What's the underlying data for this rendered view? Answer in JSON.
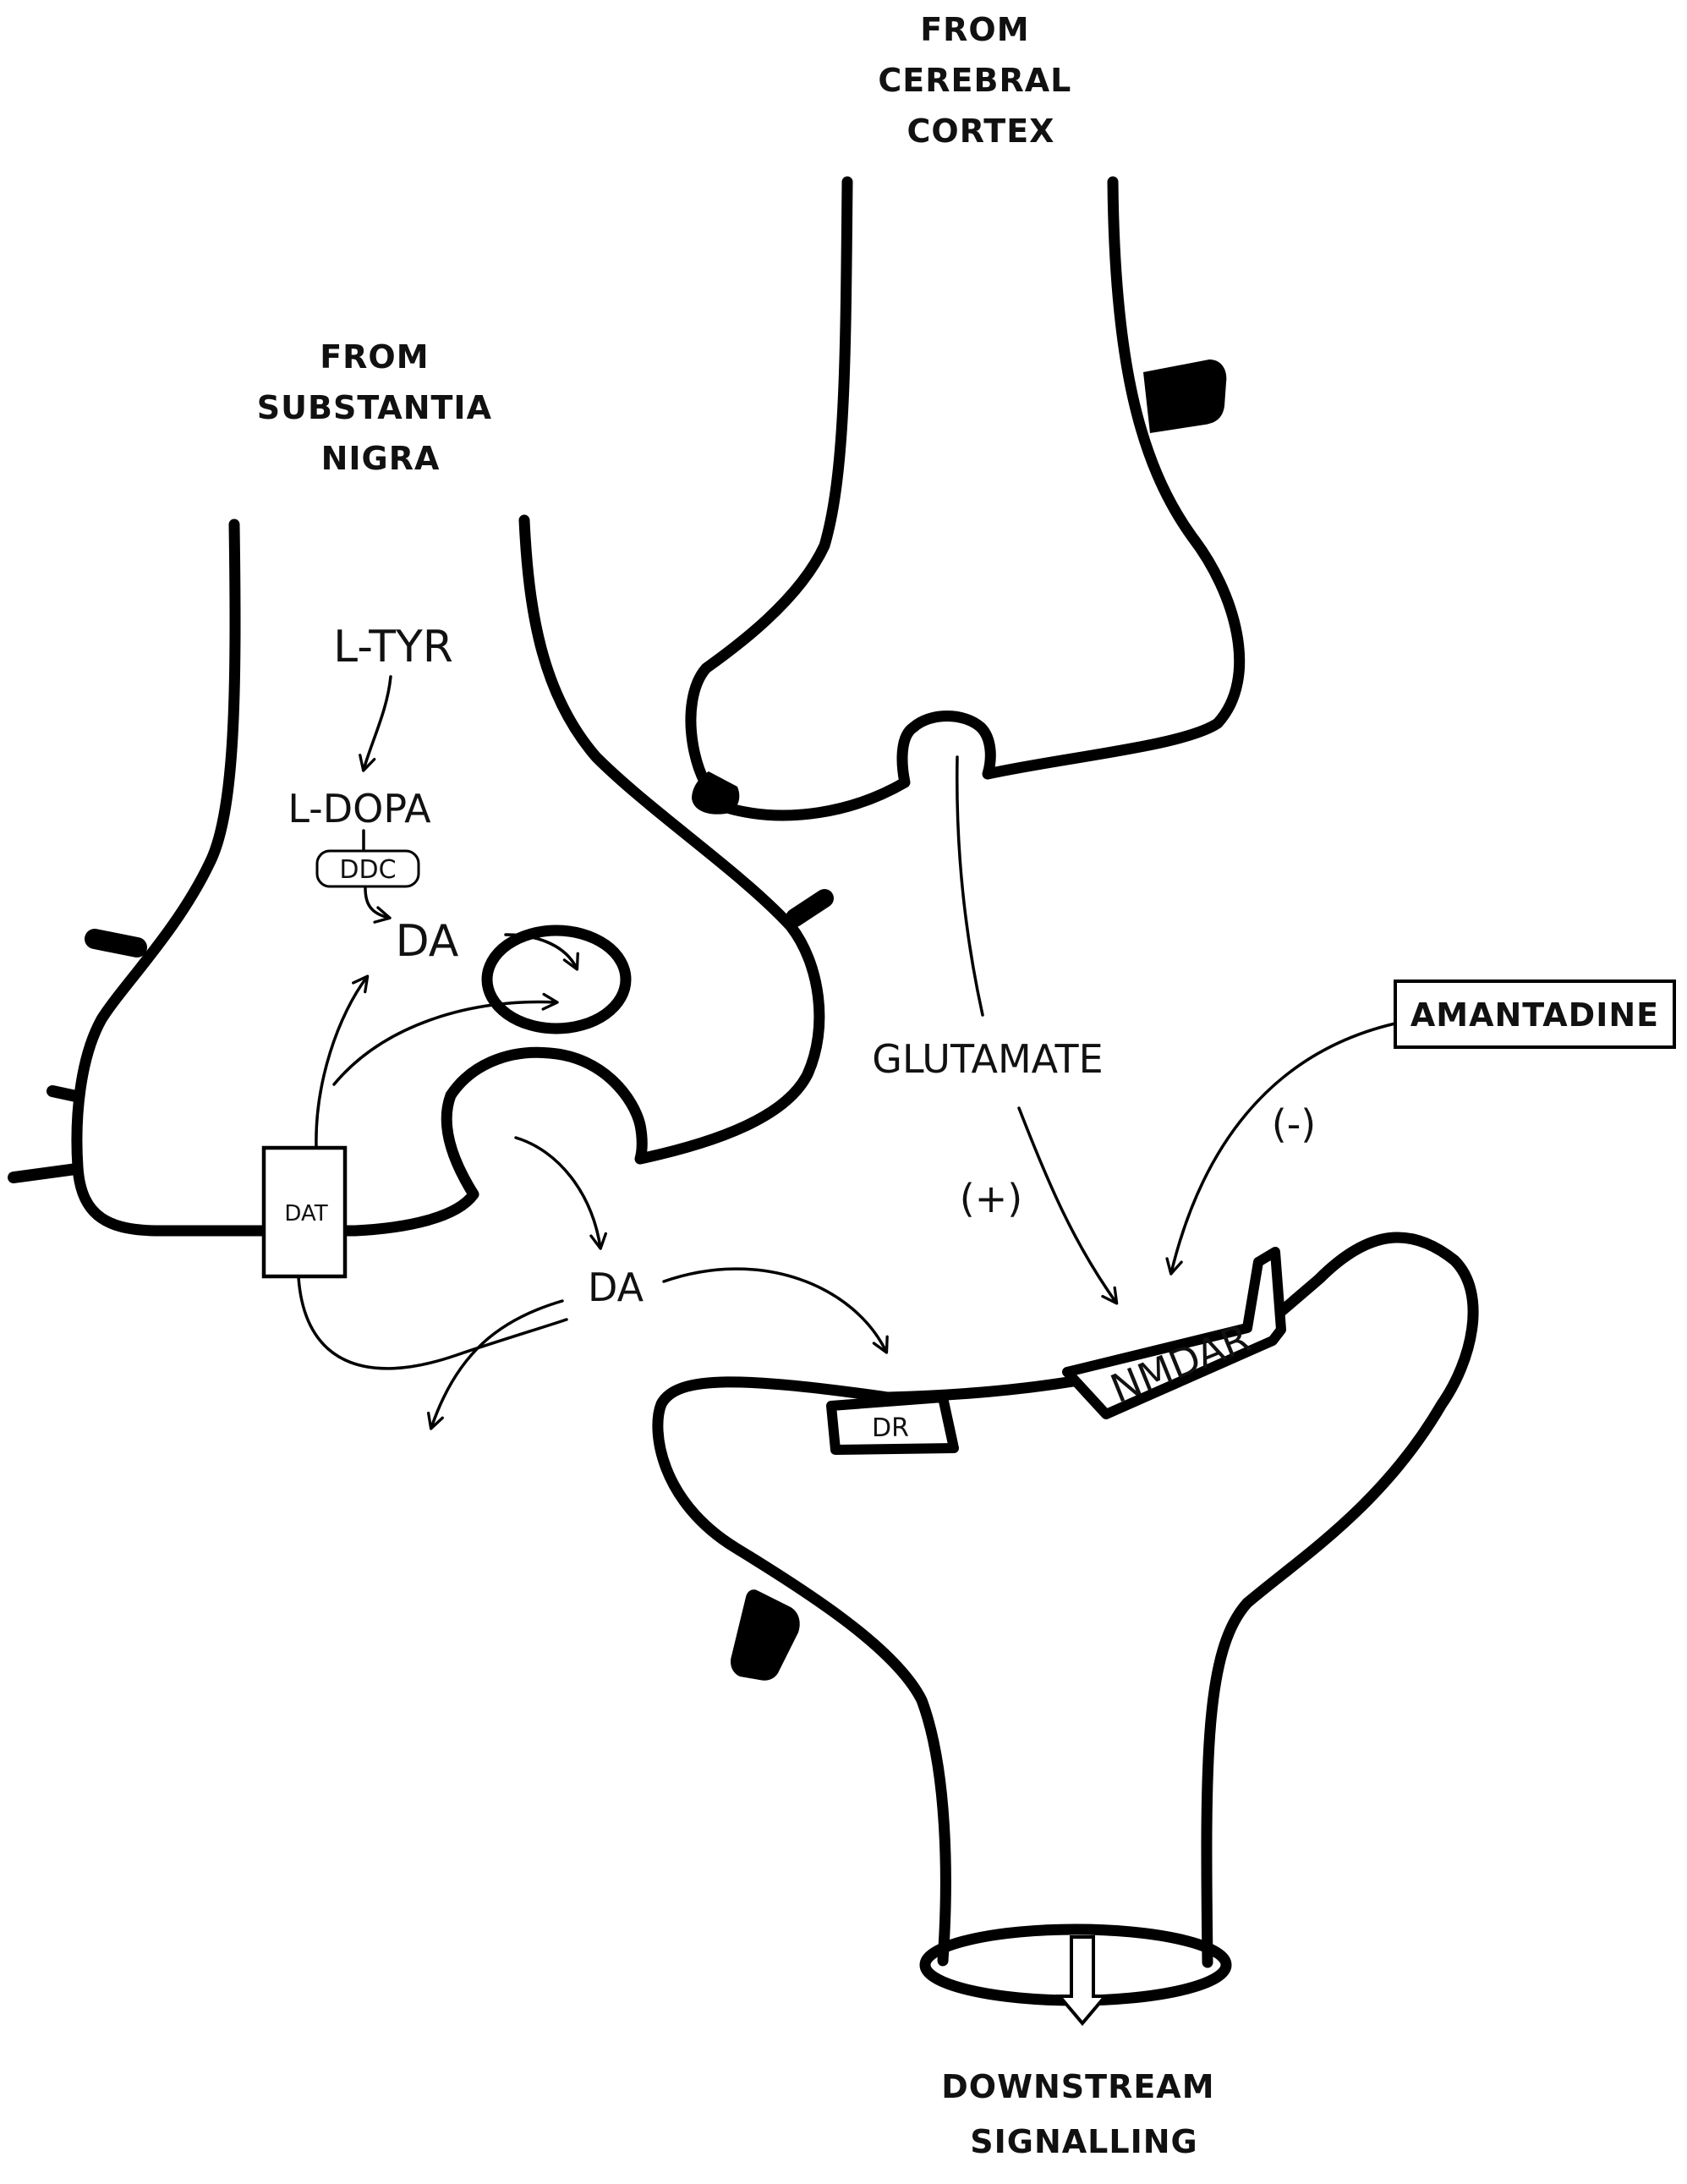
{
  "labels": {
    "from_cerebral_cortex": [
      "FROM",
      "CEREBRAL",
      "CORTEX"
    ],
    "from_substantia_nigra": [
      "FROM",
      "SUBSTANTIA",
      "NIGRA"
    ],
    "l_tyr": "L-TYR",
    "l_dopa": "L-DOPA",
    "ddc": "DDC",
    "da_intracellular": "DA",
    "dat": "DAT",
    "da_synaptic": "DA",
    "glutamate": "GLUTAMATE",
    "plus": "(+)",
    "minus": "(-)",
    "amantadine": "AMANTADINE",
    "dr": "DR",
    "nmdar": "NMDAR",
    "downstream": [
      "DOWNSTREAM",
      "SIGNALLING"
    ]
  },
  "colors": {
    "ink": "#000000",
    "background": "#ffffff"
  }
}
